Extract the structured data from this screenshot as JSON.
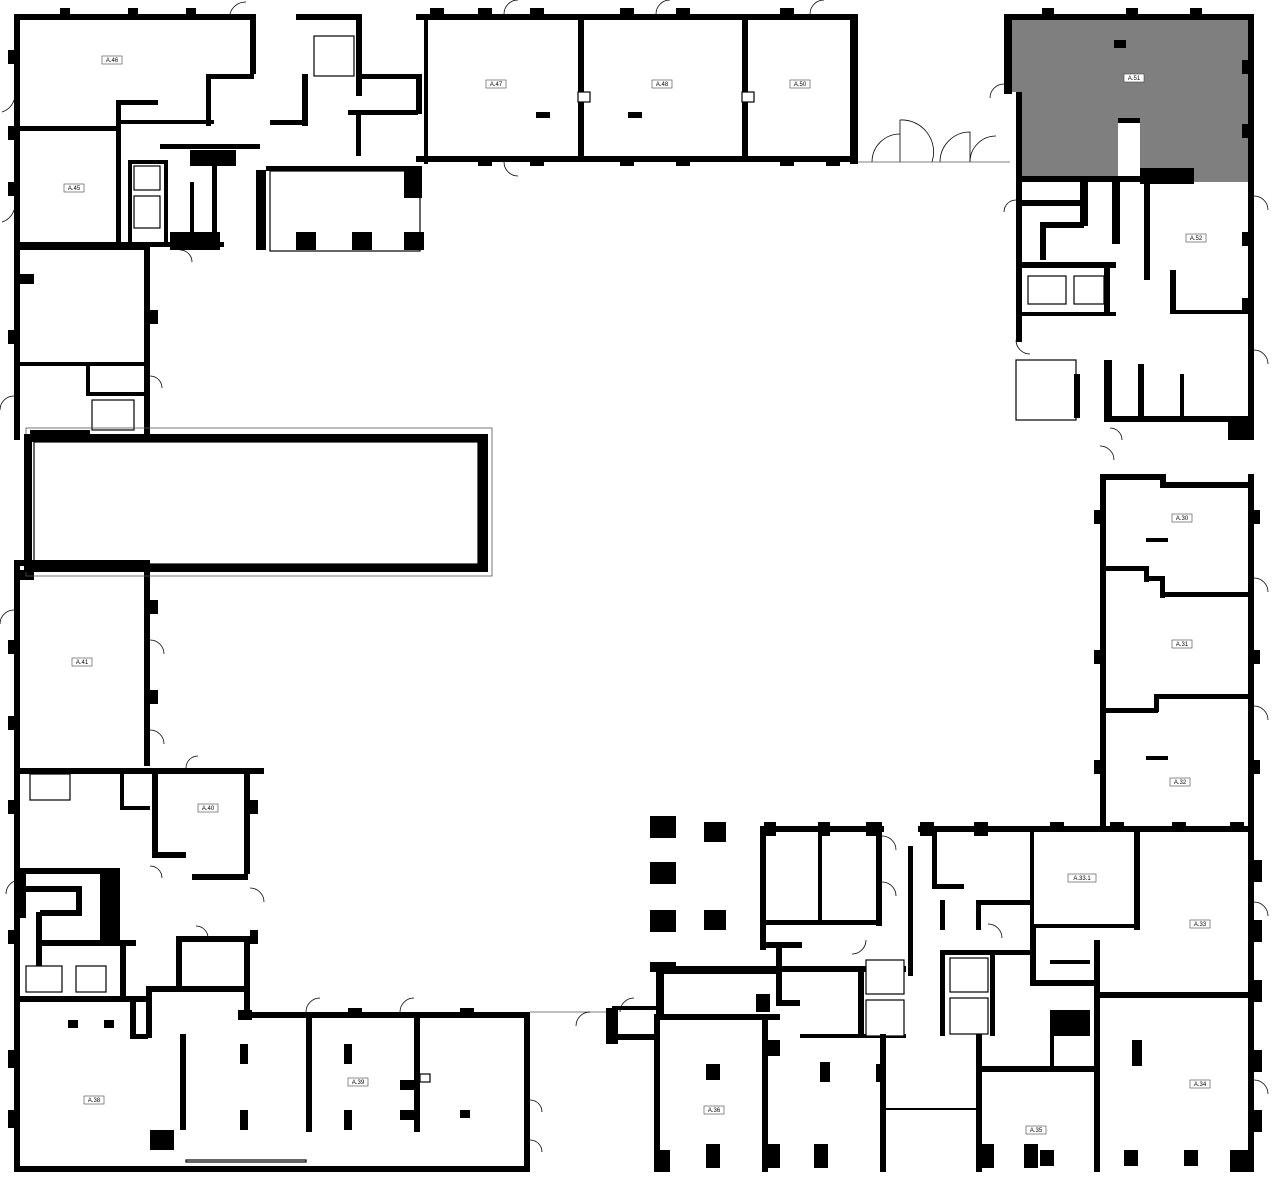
{
  "plan": {
    "selected_color": "#7f7f7f",
    "wall_color": "#000000",
    "background_color": "#ffffff",
    "rooms": [
      {
        "id": "A.46",
        "label": "A.46",
        "selected": false
      },
      {
        "id": "A.45",
        "label": "A.45",
        "selected": false
      },
      {
        "id": "A.47",
        "label": "A.47",
        "selected": false
      },
      {
        "id": "A.48",
        "label": "A.48",
        "selected": false
      },
      {
        "id": "A.50",
        "label": "A.50",
        "selected": false
      },
      {
        "id": "A.51",
        "label": "A.51",
        "selected": true
      },
      {
        "id": "A.52",
        "label": "A.52",
        "selected": false
      },
      {
        "id": "A.30",
        "label": "A.30",
        "selected": false
      },
      {
        "id": "A.31",
        "label": "A.31",
        "selected": false
      },
      {
        "id": "A.32",
        "label": "A.32",
        "selected": false
      },
      {
        "id": "A.33.1",
        "label": "A.33.1",
        "selected": false
      },
      {
        "id": "A.33",
        "label": "A.33",
        "selected": false
      },
      {
        "id": "A.34",
        "label": "A.34",
        "selected": false
      },
      {
        "id": "A.35",
        "label": "A.35",
        "selected": false
      },
      {
        "id": "A.36",
        "label": "A.36",
        "selected": false
      },
      {
        "id": "A.39",
        "label": "A.39",
        "selected": false
      },
      {
        "id": "A.38",
        "label": "A.38",
        "selected": false
      },
      {
        "id": "A.40",
        "label": "A.40",
        "selected": false
      },
      {
        "id": "A.41",
        "label": "A.41",
        "selected": false
      }
    ]
  }
}
